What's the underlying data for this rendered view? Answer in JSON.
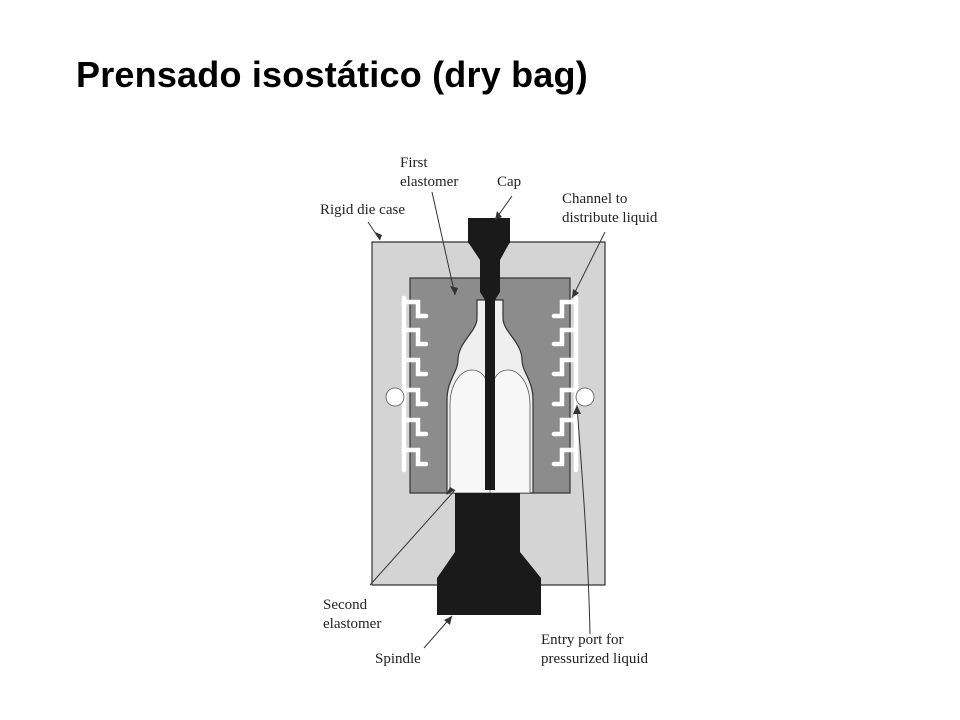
{
  "slide": {
    "title": "Prensado isostático (dry bag)"
  },
  "diagram": {
    "labels": {
      "first_elastomer": [
        "First",
        "elastomer"
      ],
      "cap": "Cap",
      "rigid_die_case": "Rigid die case",
      "channel": [
        "Channel to",
        "distribute liquid"
      ],
      "second_elastomer": [
        "Second",
        "elastomer"
      ],
      "spindle": "Spindle",
      "entry_port": [
        "Entry port for",
        "pressurized liquid"
      ]
    },
    "colors": {
      "die_case": "#d4d4d4",
      "elastomer": "#8c8c8c",
      "powder": "#efefef",
      "steel": "#1a1a1a",
      "channel": "#ffffff"
    }
  }
}
